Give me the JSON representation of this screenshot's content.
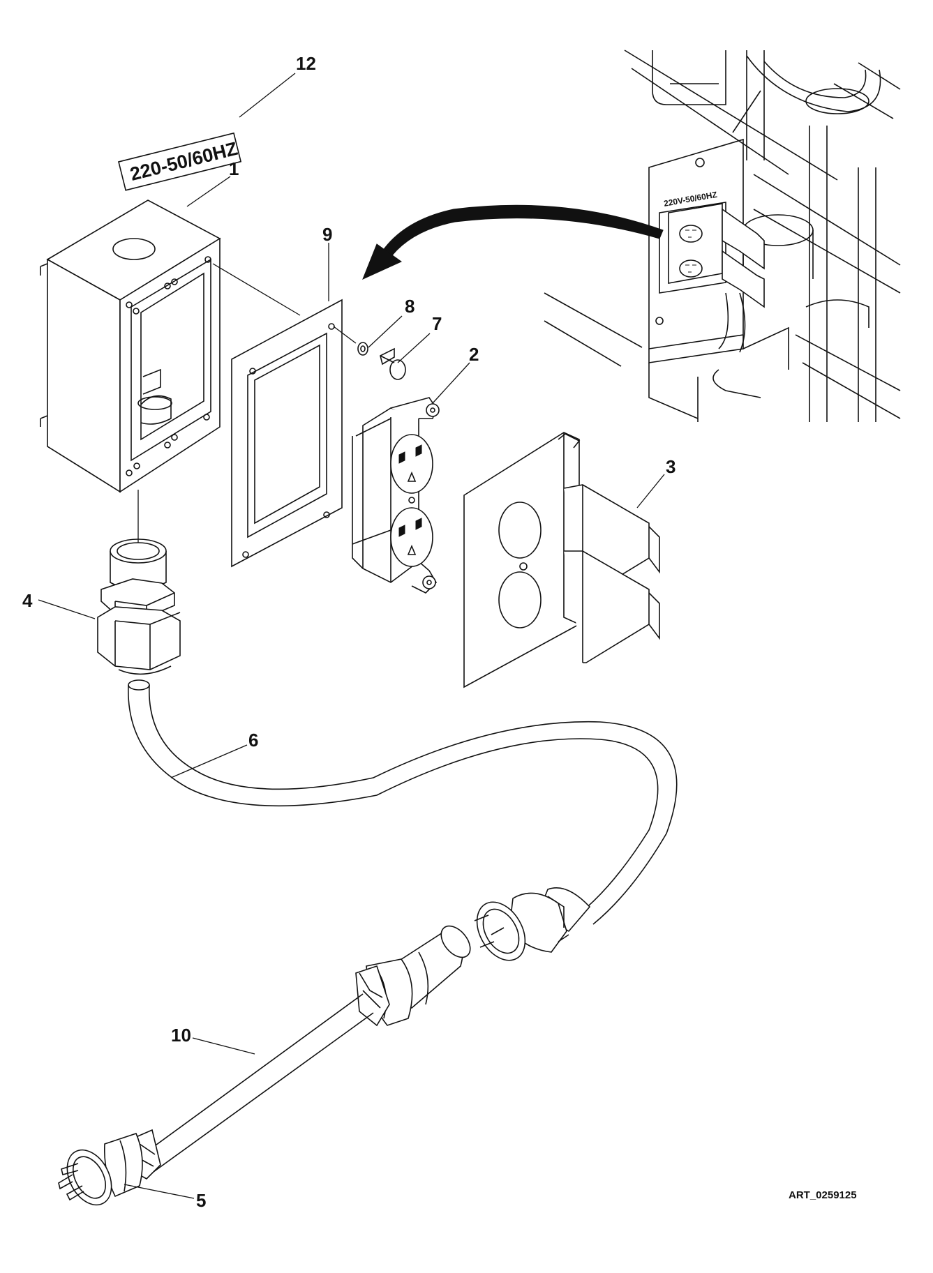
{
  "figure": {
    "art_id": "ART_0259125",
    "decal_label": "220-50/60HZ",
    "inset_decal_label": "220V-50/60HZ"
  },
  "callouts": [
    {
      "id": "1",
      "label": "1"
    },
    {
      "id": "2",
      "label": "2"
    },
    {
      "id": "3",
      "label": "3"
    },
    {
      "id": "4",
      "label": "4"
    },
    {
      "id": "5",
      "label": "5"
    },
    {
      "id": "6",
      "label": "6"
    },
    {
      "id": "7",
      "label": "7"
    },
    {
      "id": "8",
      "label": "8"
    },
    {
      "id": "9",
      "label": "9"
    },
    {
      "id": "10",
      "label": "10"
    },
    {
      "id": "12",
      "label": "12"
    }
  ]
}
